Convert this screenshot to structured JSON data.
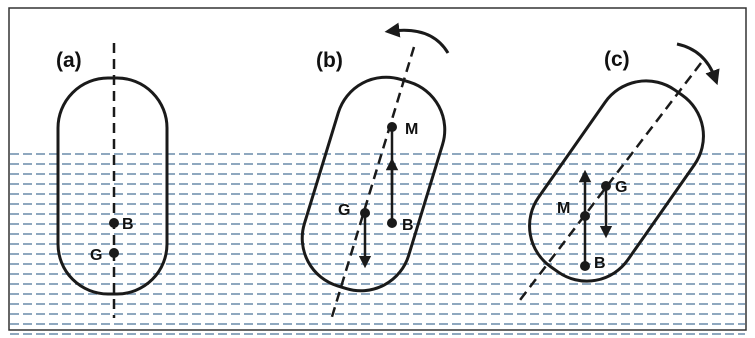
{
  "panels": {
    "a": {
      "label": "(a)",
      "points": {
        "B": "B",
        "G": "G"
      }
    },
    "b": {
      "label": "(b)",
      "points": {
        "M": "M",
        "G": "G",
        "B": "B"
      }
    },
    "c": {
      "label": "(c)",
      "points": {
        "G": "G",
        "M": "M",
        "B": "B"
      }
    }
  },
  "colors": {
    "water": "#8fa8bf",
    "ink": "#1a1a1a",
    "frame": "#333333",
    "background": "#ffffff"
  },
  "icons": {
    "rotation_b": "counterclockwise-arrow-icon",
    "rotation_c": "clockwise-arrow-icon"
  }
}
